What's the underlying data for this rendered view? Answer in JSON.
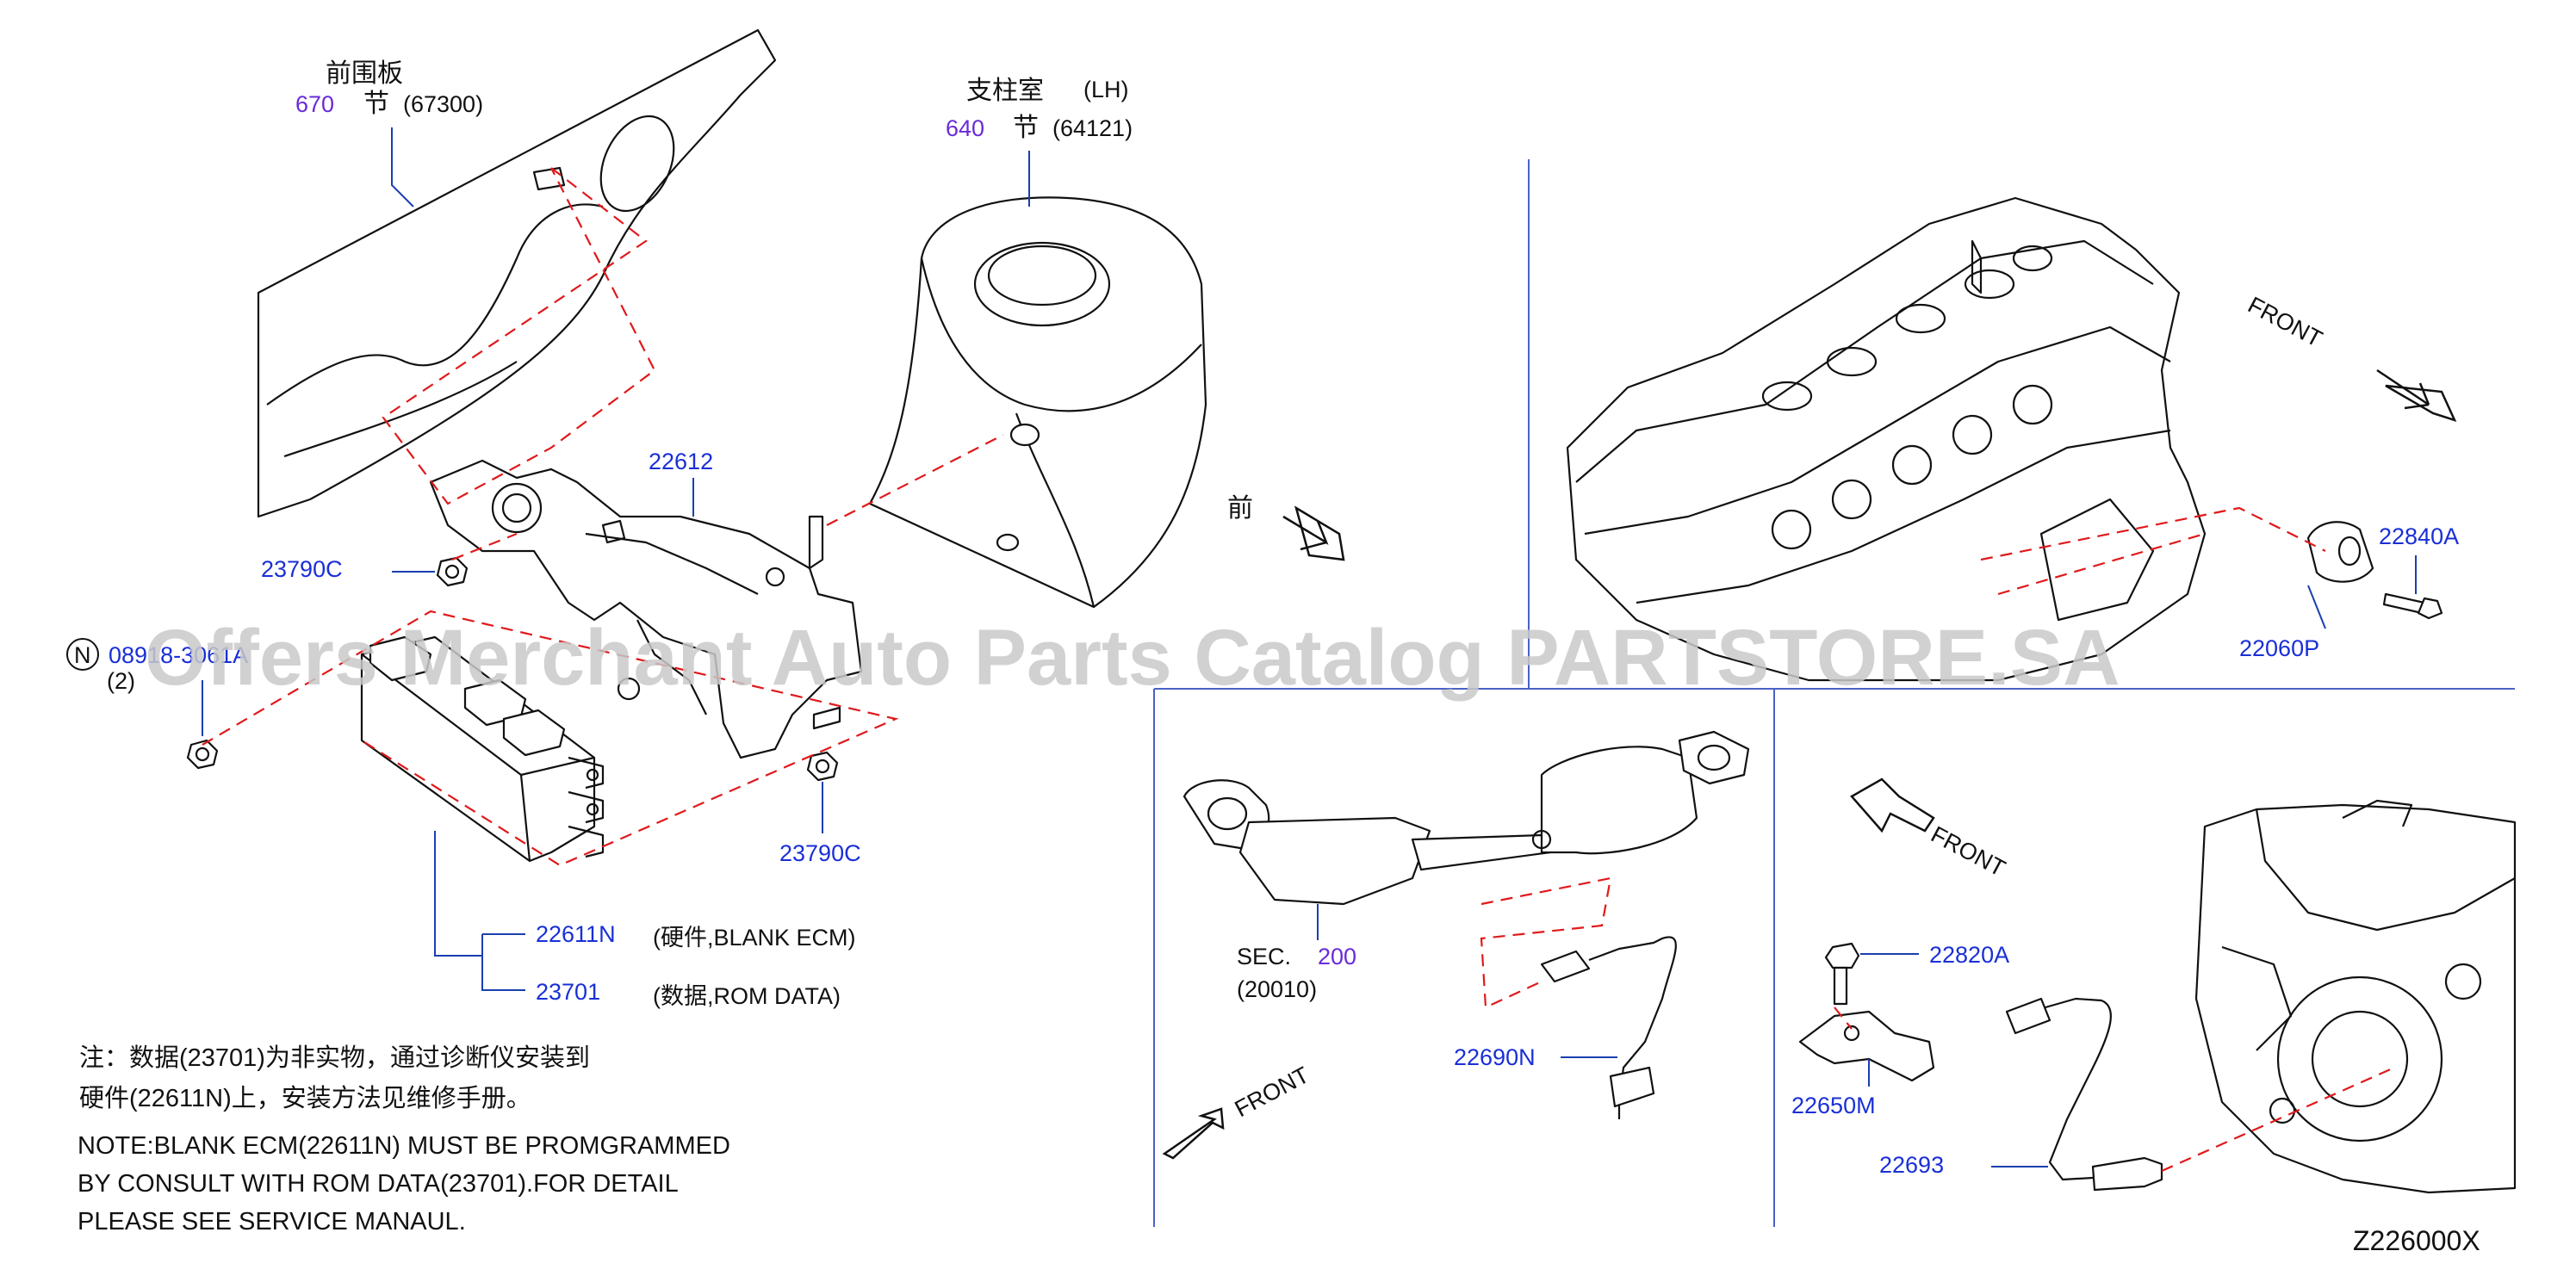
{
  "top": {
    "dash_panel": {
      "name": "前围板",
      "sec": "670",
      "jie": "节",
      "code": "(67300)"
    },
    "strut_housing": {
      "name": "支柱室",
      "side": "(LH)",
      "sec": "640",
      "jie": "节",
      "code": "(64121)"
    }
  },
  "ecm_area": {
    "bracket": "22612",
    "nut_upper": "23790C",
    "nut_lower": "23790C",
    "bolt_symbol": "N",
    "bolt_code": "08918-3061A",
    "bolt_qty": "(2)",
    "ecm_blank": {
      "pn": "22611N",
      "desc": "(硬件,BLANK   ECM)"
    },
    "ecm_data": {
      "pn": "23701",
      "desc": "(数据,ROM   DATA)"
    },
    "front_arrow_cn": "前"
  },
  "notes": {
    "cn_line1": "注：数据(23701)为非实物，通过诊断仪安装到",
    "cn_line2": "硬件(22611N)上，安装方法见维修手册。",
    "en_line1": "NOTE:BLANK   ECM(22611N)   MUST   BE   PROMGRAMMED",
    "en_line2": "BY   CONSULT   WITH   ROM   DATA(23701).FOR   DETAIL",
    "en_line3": "PLEASE   SEE   SERVICE   MANAUL."
  },
  "engine_top": {
    "front_label": "FRONT",
    "knock_sensor": "22840A",
    "knock_bolt": "22060P"
  },
  "exhaust": {
    "sec_label": "SEC.",
    "sec_num": "200",
    "sec_code": "(20010)",
    "o2_sensor": "22690N",
    "front_label": "FRONT"
  },
  "engine_bottom": {
    "front_label": "FRONT",
    "bolt": "22820A",
    "bracket": "22650M",
    "sensor": "22693"
  },
  "watermark": "Offers Merchant Auto Parts Catalog PARTSTORE.SA",
  "diagram_code": "Z226000X"
}
